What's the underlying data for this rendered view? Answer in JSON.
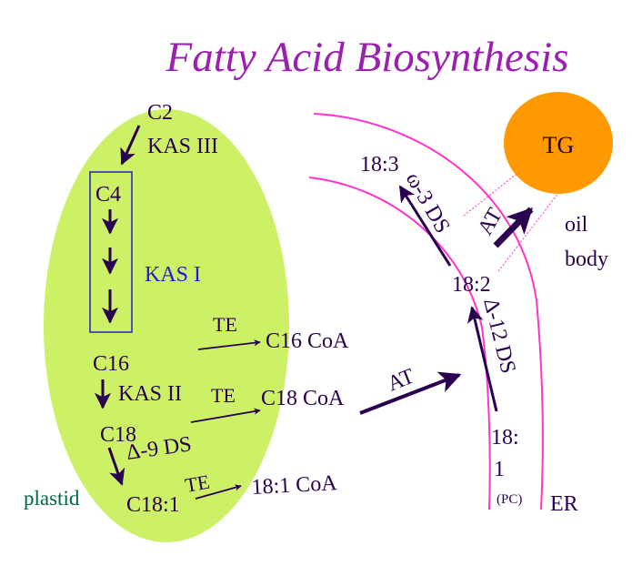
{
  "title": "Fatty Acid Biosynthesis",
  "colors": {
    "title": "#9b1fb0",
    "plastid": "#ccf066",
    "tg": "#ff9900",
    "er_line": "#ff33cc",
    "arrow": "#2a0050",
    "text": "#2a0050",
    "kas1": "#2020cc",
    "plastid_label": "#006644"
  },
  "plastid": {
    "label": "plastid",
    "c2": "C2",
    "kas3": "KAS III",
    "c4": "C4",
    "kas1": "KAS I",
    "c16": "C16",
    "kas2": "KAS II",
    "c18": "C18",
    "d9ds": "Δ-9 DS",
    "c181": "C18:1"
  },
  "cytosol": {
    "te1": "TE",
    "c16coa": "C16 CoA",
    "te2": "TE",
    "c18coa": "C18 CoA",
    "te3": "TE",
    "c181coa": "18:1 CoA",
    "at": "AT"
  },
  "er": {
    "label": "ER",
    "s183": "18:3",
    "w3ds": "ω-3 DS",
    "s182": "18:2",
    "d12ds": "Δ-12 DS",
    "s181a": "18:",
    "s181b": "1",
    "pc": "(PC)"
  },
  "oilbody": {
    "tg": "TG",
    "at": "AT",
    "oil": "oil",
    "body": "body"
  }
}
